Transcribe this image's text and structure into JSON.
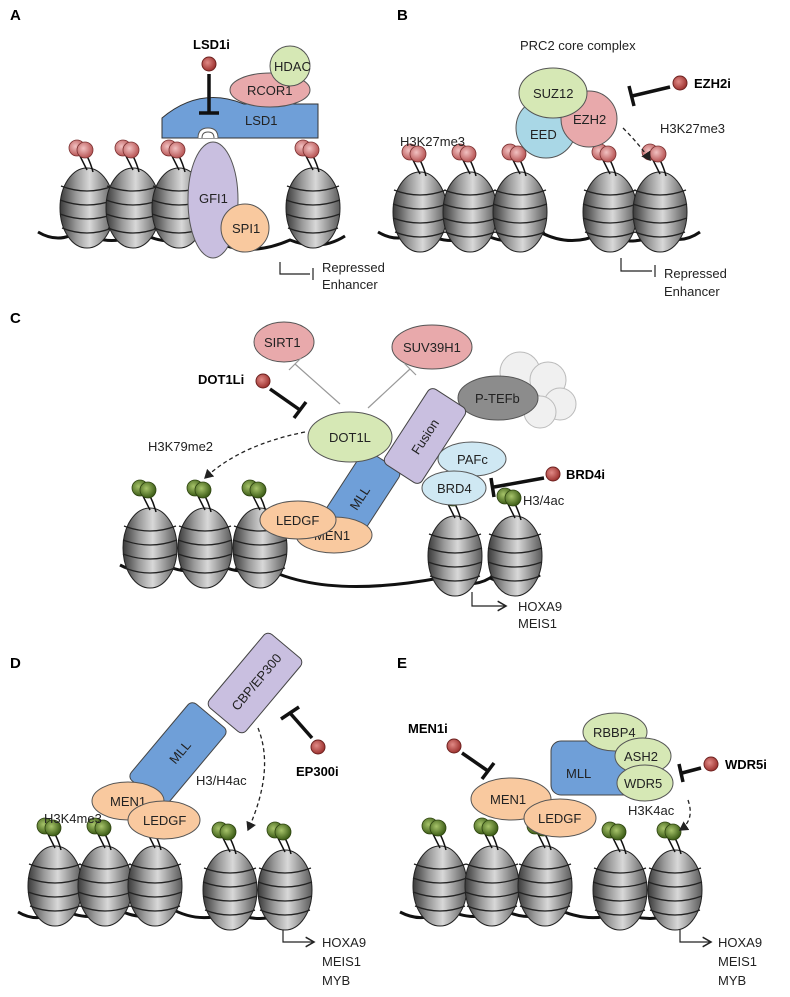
{
  "panels": {
    "A": {
      "label": "A",
      "inhibitor": "LSD1i",
      "proteins": {
        "hdac": "HDAC",
        "rcor1": "RCOR1",
        "lsd1": "LSD1",
        "gfi1": "GFI1",
        "spi1": "SPI1"
      },
      "promoter": [
        "Repressed",
        "Enhancer"
      ]
    },
    "B": {
      "label": "B",
      "complex_title": "PRC2 core complex",
      "inhibitor": "EZH2i",
      "proteins": {
        "suz12": "SUZ12",
        "eed": "EED",
        "ezh2": "EZH2"
      },
      "marks": {
        "left": "H3K27me3",
        "right": "H3K27me3"
      },
      "promoter": [
        "Repressed",
        "Enhancer"
      ]
    },
    "C": {
      "label": "C",
      "inhibitors": {
        "dot1li": "DOT1Li",
        "brd4i": "BRD4i"
      },
      "proteins": {
        "sirt1": "SIRT1",
        "suv39h1": "SUV39H1",
        "ptefb": "P-TEFb",
        "fusion": "Fusion",
        "dot1l": "DOT1L",
        "pafc": "PAFc",
        "brd4": "BRD4",
        "mll": "MLL",
        "ledgf": "LEDGF",
        "men1": "MEN1"
      },
      "marks": {
        "h3k79": "H3K79me2",
        "h34ac": "H3/4ac"
      },
      "genes": [
        "HOXA9",
        "MEIS1"
      ]
    },
    "D": {
      "label": "D",
      "inhibitor": "EP300i",
      "proteins": {
        "cbp": "CBP/EP300",
        "mll": "MLL",
        "men1": "MEN1",
        "ledgf": "LEDGF"
      },
      "marks": {
        "h3h4ac": "H3/H4ac",
        "h3k4me3": "H3K4me3"
      },
      "genes": [
        "HOXA9",
        "MEIS1",
        "MYB"
      ]
    },
    "E": {
      "label": "E",
      "inhibitors": {
        "men1i": "MEN1i",
        "wdr5i": "WDR5i"
      },
      "proteins": {
        "rbbp4": "RBBP4",
        "ash2": "ASH2",
        "mll": "MLL",
        "wdr5": "WDR5",
        "men1": "MEN1",
        "ledgf": "LEDGF"
      },
      "marks": {
        "h3k4ac": "H3K4ac"
      },
      "genes": [
        "HOXA9",
        "MEIS1",
        "MYB"
      ]
    }
  },
  "colors": {
    "lsd1": "#6f9fd8",
    "hdac": "#d6e8b5",
    "rcor1": "#e8a9ab",
    "gfi1": "#c9bfe0",
    "spi1": "#f9c99f",
    "suz12": "#d6e8b5",
    "eed": "#a9d7e6",
    "ezh2": "#e8a9ab",
    "sirt1": "#e8a9ab",
    "dot1l": "#d6e8b5",
    "fusion": "#c9bfe0",
    "ptefb": "#8c8c8c",
    "pafc": "#cfe8f3",
    "mll": "#6f9fd8",
    "ledgf": "#f9c99f",
    "inhibitor": "#c0504d",
    "mark_red": "#d98080",
    "mark_green": "#5a7f2a"
  }
}
